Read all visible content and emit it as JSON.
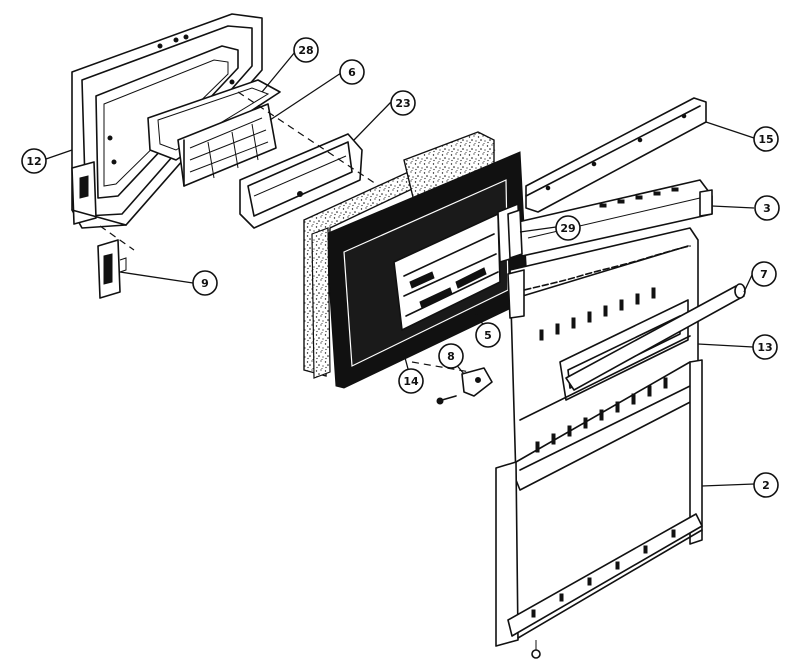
{
  "callouts": [
    {
      "id": "c12",
      "label": "12"
    },
    {
      "id": "c28",
      "label": "28"
    },
    {
      "id": "c6",
      "label": "6"
    },
    {
      "id": "c23",
      "label": "23"
    },
    {
      "id": "c15",
      "label": "15"
    },
    {
      "id": "c3",
      "label": "3"
    },
    {
      "id": "c29",
      "label": "29"
    },
    {
      "id": "c7",
      "label": "7"
    },
    {
      "id": "c13",
      "label": "13"
    },
    {
      "id": "c5",
      "label": "5"
    },
    {
      "id": "c14",
      "label": "14"
    },
    {
      "id": "c8",
      "label": "8"
    },
    {
      "id": "c9",
      "label": "9"
    },
    {
      "id": "c2",
      "label": "2"
    }
  ],
  "colors": {
    "ink": "#111111",
    "paper": "#ffffff"
  }
}
